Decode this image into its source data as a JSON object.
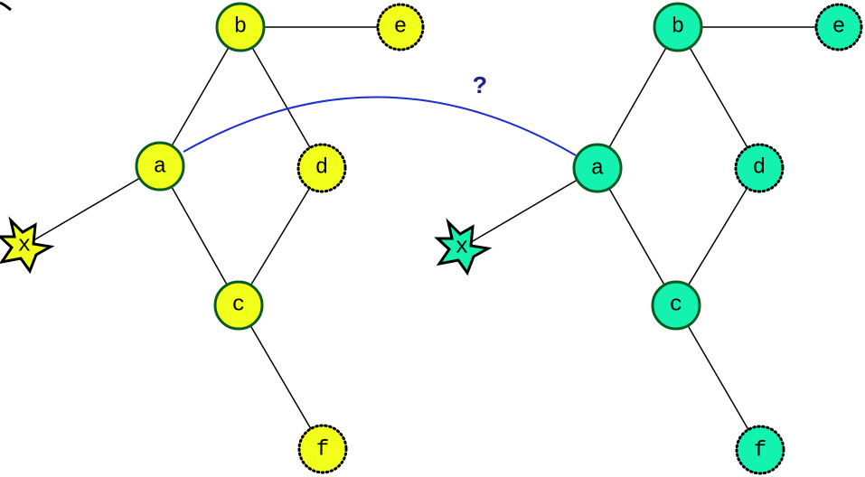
{
  "colors": {
    "left_graph_fill": "#f2ff1a",
    "right_graph_fill": "#14f2b0",
    "solid_outline": "#0b5a22",
    "arc_stroke": "#1c2fd0",
    "query_mark": "#1a238f"
  },
  "left_graph": {
    "nodes": {
      "a": "a",
      "b": "b",
      "c": "c",
      "d": "d",
      "e": "e",
      "f": "f",
      "x": "x"
    }
  },
  "right_graph": {
    "nodes": {
      "a": "a",
      "b": "b",
      "c": "c",
      "d": "d",
      "e": "e",
      "f": "f",
      "x": "x"
    }
  },
  "match_arc": {
    "label": "?"
  }
}
